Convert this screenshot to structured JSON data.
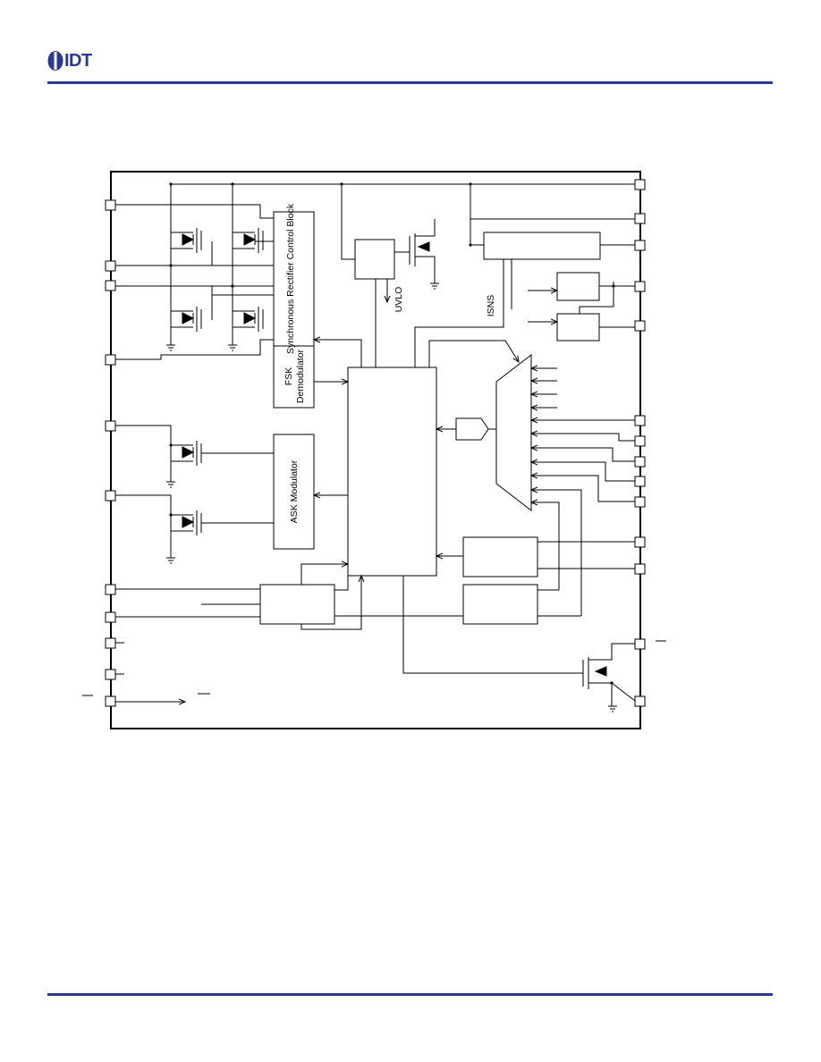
{
  "header": {
    "logo_text": "IDT",
    "brand_color": "#2b3990"
  },
  "diagram": {
    "blocks": {
      "sync_rect": "Synchronous Rectifier Control Block",
      "fsk": [
        "FSK",
        "Demodulator"
      ],
      "ask": "ASK Modulator"
    },
    "signals": {
      "uvlo": "UVLO",
      "isns": "ISNS"
    }
  }
}
